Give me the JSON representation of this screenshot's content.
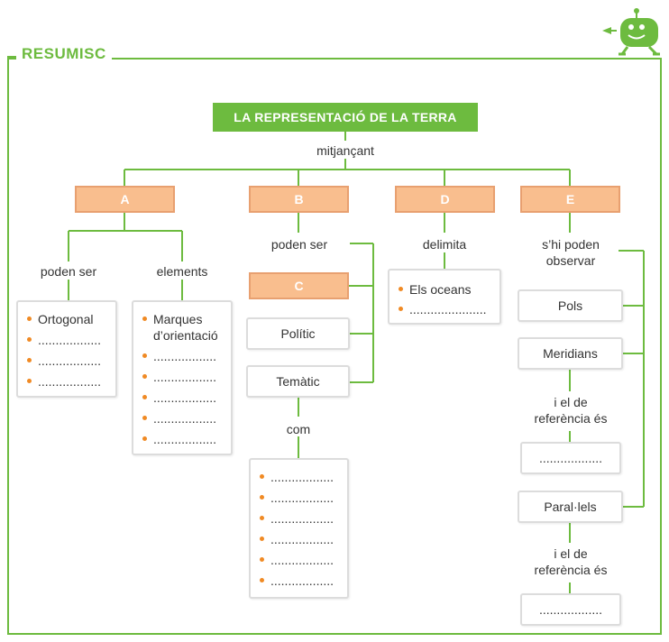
{
  "header": {
    "title": "RESUMISC"
  },
  "colors": {
    "green": "#6dbb3f",
    "orange_fill": "#f9be8e",
    "orange_border": "#e8a070",
    "bullet": "#f08a24"
  },
  "icons": {
    "mascot": "green-robot-icon",
    "back": "arrow-left-icon"
  },
  "main": {
    "title": "LA REPRESENTACIÓ DE LA TERRA",
    "connector": "mitjançant",
    "A": {
      "label": "A",
      "left_connector": "poden ser",
      "right_connector": "elements",
      "left_items": [
        "Ortogonal",
        "..................",
        "..................",
        ".................."
      ],
      "right_items": [
        "Marques d’orientació",
        "..................",
        "..................",
        "..................",
        "..................",
        ".................."
      ]
    },
    "B": {
      "label": "B",
      "connector": "poden ser",
      "options": [
        "C",
        "Polític",
        "Temàtic"
      ],
      "com": "com",
      "com_items": [
        "..................",
        "..................",
        "..................",
        "..................",
        "..................",
        ".................."
      ]
    },
    "D": {
      "label": "D",
      "connector": "delimita",
      "items": [
        "Els oceans",
        "......................"
      ]
    },
    "E": {
      "label": "E",
      "connector": "s’hi poden observar",
      "pols": "Pols",
      "meridians": "Meridians",
      "ref1": "i el de referència és",
      "ans1": "..................",
      "parallels": "Paral·lels",
      "ref2": "i el de referència és",
      "ans2": ".................."
    }
  }
}
